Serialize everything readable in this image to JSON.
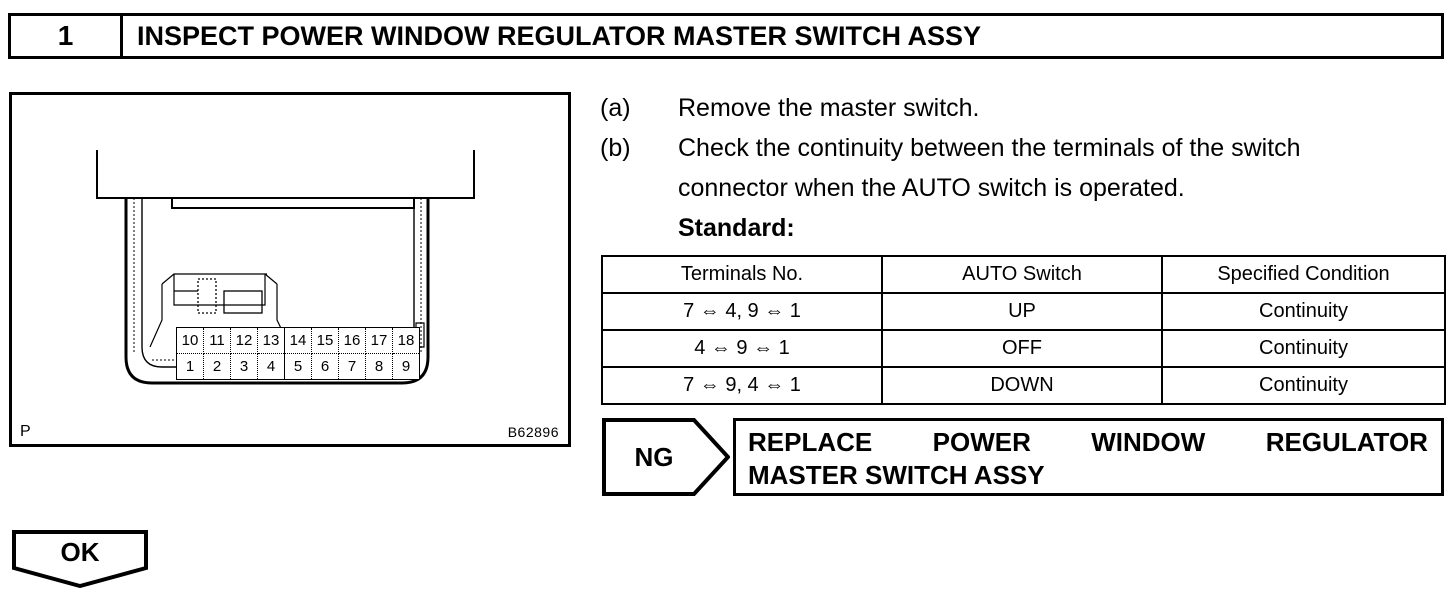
{
  "header": {
    "step_number": "1",
    "step_title": "INSPECT POWER WINDOW REGULATOR MASTER SWITCH ASSY"
  },
  "figure": {
    "caption_mark": "P",
    "drawing_code": "B62896",
    "connector_pins": {
      "top_row": [
        "10",
        "11",
        "12",
        "13",
        "14",
        "15",
        "16",
        "17",
        "18"
      ],
      "bottom_row": [
        "1",
        "2",
        "3",
        "4",
        "5",
        "6",
        "7",
        "8",
        "9"
      ]
    }
  },
  "instructions": [
    {
      "label": "(a)",
      "text": "Remove the master switch."
    },
    {
      "label": "(b)",
      "text": "Check the continuity between the terminals of the switch"
    },
    {
      "label": "",
      "text": "connector when the AUTO switch is operated."
    }
  ],
  "standard_label": "Standard:",
  "spec_table": {
    "headers": [
      "Terminals No.",
      "AUTO Switch",
      "Specified Condition"
    ],
    "rows": [
      [
        "7 ⇔ 4, 9 ⇔ 1",
        "UP",
        "Continuity"
      ],
      [
        "4 ⇔ 9 ⇔ 1",
        "OFF",
        "Continuity"
      ],
      [
        "7 ⇔ 9, 4 ⇔ 1",
        "DOWN",
        "Continuity"
      ]
    ]
  },
  "ng_result": {
    "tag": "NG",
    "action_line_1_words": [
      "REPLACE",
      "POWER",
      "WINDOW",
      "REGULATOR"
    ],
    "action_line_2": "MASTER SWITCH ASSY"
  },
  "ok_result": {
    "tag": "OK"
  },
  "colors": {
    "ink": "#000000",
    "paper": "#ffffff"
  }
}
